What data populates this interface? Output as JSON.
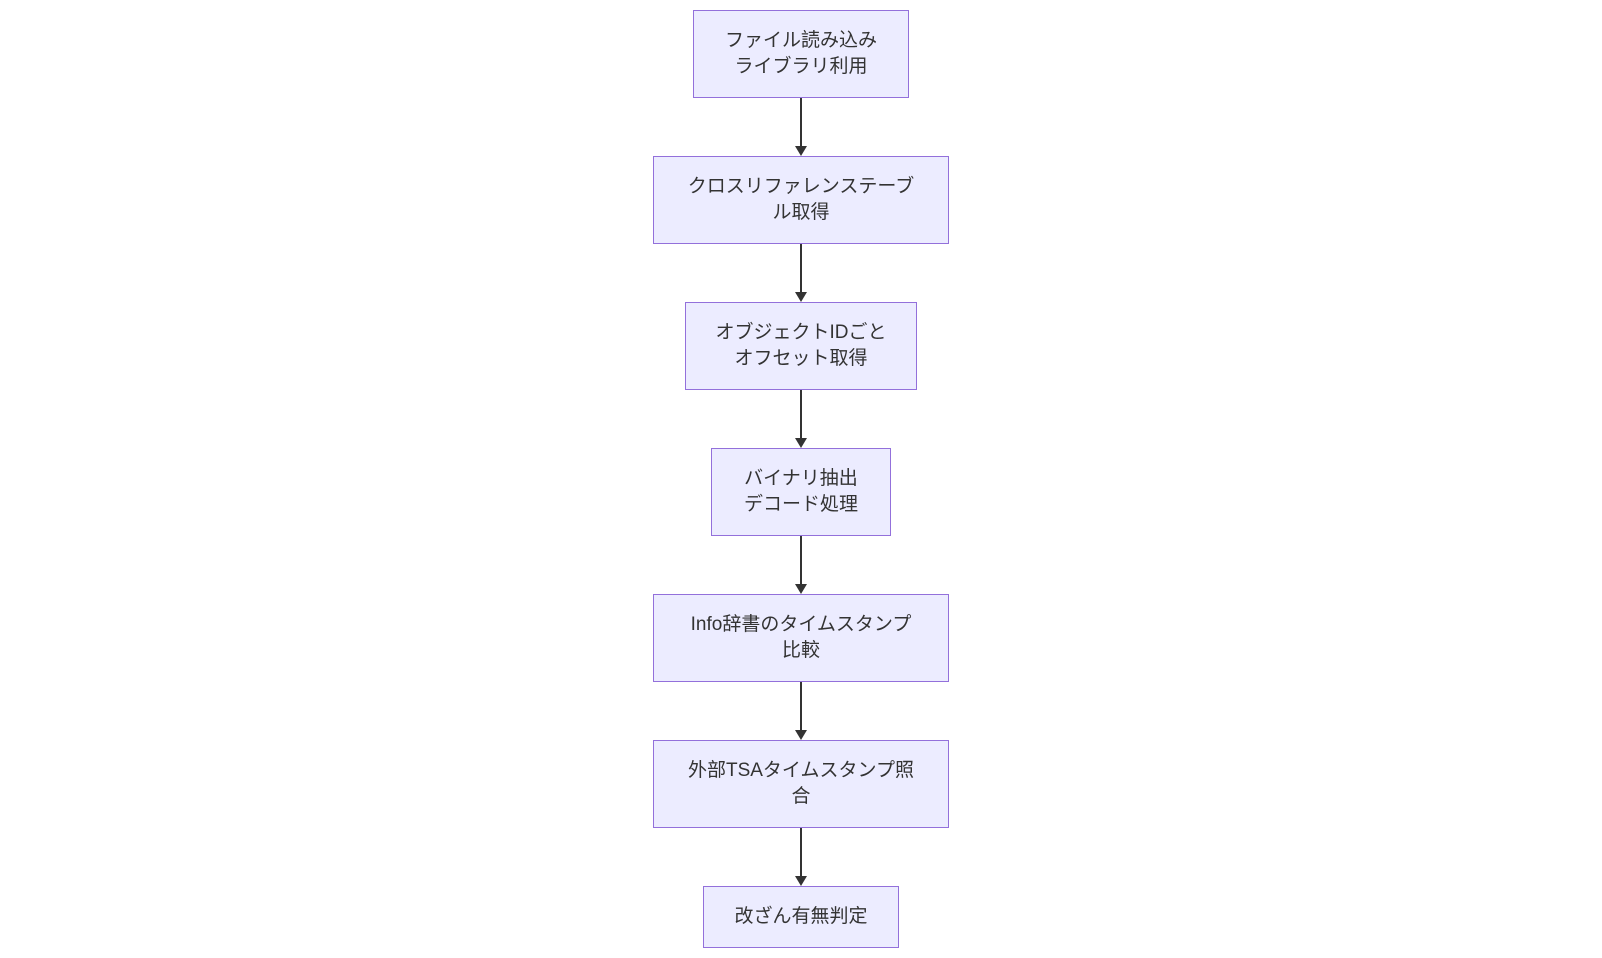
{
  "diagram": {
    "type": "flowchart",
    "direction": "top-down",
    "colors": {
      "background": "#ffffff",
      "node_fill": "#ECECFF",
      "node_border": "#9370DB",
      "node_text": "#333333",
      "edge": "#333333"
    },
    "nodes": [
      {
        "id": "read-file",
        "label": "ファイル読み込み\nライブラリ利用"
      },
      {
        "id": "xref-table",
        "label": "クロスリファレンステーブ\nル取得"
      },
      {
        "id": "object-offsets",
        "label": "オブジェクトIDごと\nオフセット取得"
      },
      {
        "id": "binary-decode",
        "label": "バイナリ抽出\nデコード処理"
      },
      {
        "id": "info-timestamp",
        "label": "Info辞書のタイムスタンプ\n比較"
      },
      {
        "id": "tsa-verify",
        "label": "外部TSAタイムスタンプ照\n合"
      },
      {
        "id": "tamper-result",
        "label": "改ざん有無判定"
      }
    ],
    "edges": [
      {
        "from": 0,
        "to": 1
      },
      {
        "from": 1,
        "to": 2
      },
      {
        "from": 2,
        "to": 3
      },
      {
        "from": 3,
        "to": 4
      },
      {
        "from": 4,
        "to": 5
      },
      {
        "from": 5,
        "to": 6
      }
    ]
  }
}
